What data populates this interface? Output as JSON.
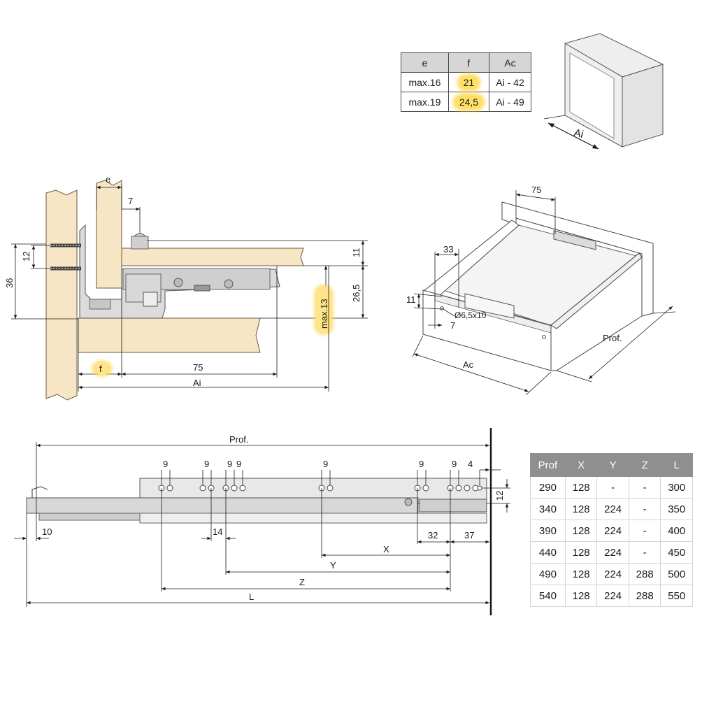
{
  "table_ef": {
    "headers": [
      "e",
      "f",
      "Ac"
    ],
    "rows": [
      [
        "max.16",
        "21",
        "Ai - 42"
      ],
      [
        "max.19",
        "24,5",
        "Ai - 49"
      ]
    ],
    "highlight_color": "#ffd95a"
  },
  "table_prof": {
    "headers": [
      "Prof",
      "X",
      "Y",
      "Z",
      "L"
    ],
    "rows": [
      [
        "290",
        "128",
        "-",
        "-",
        "300"
      ],
      [
        "340",
        "128",
        "224",
        "-",
        "350"
      ],
      [
        "390",
        "128",
        "224",
        "-",
        "400"
      ],
      [
        "440",
        "128",
        "224",
        "-",
        "450"
      ],
      [
        "490",
        "128",
        "224",
        "288",
        "500"
      ],
      [
        "540",
        "128",
        "224",
        "288",
        "550"
      ]
    ]
  },
  "cabinet": {
    "ai_label": "Ai"
  },
  "cross_section": {
    "dim_e": "e",
    "dim_7": "7",
    "dim_12": "12",
    "dim_36": "36",
    "dim_11": "11",
    "dim_26_5": "26,5",
    "dim_max13": "max.13",
    "dim_f": "f",
    "dim_75": "75",
    "dim_ai": "Ai"
  },
  "drawer": {
    "dim_75": "75",
    "dim_33": "33",
    "dim_11": "11",
    "dim_hole": "Ø6,5x10",
    "dim_7": "7",
    "dim_ac": "Ac",
    "dim_prof": "Prof."
  },
  "runner": {
    "dim_prof": "Prof.",
    "hole_labels": [
      "9",
      "9",
      "9",
      "9",
      "9",
      "9",
      "9"
    ],
    "dim_4": "4",
    "dim_12": "12",
    "dim_10": "10",
    "dim_14": "14",
    "dim_32": "32",
    "dim_37": "37",
    "dim_x": "X",
    "dim_y": "Y",
    "dim_z": "Z",
    "dim_l": "L"
  },
  "colors": {
    "wood": "#f7e6c5",
    "wood_edge": "#6b5a3e",
    "metal": "#dcdcdc",
    "highlight": "#ffd95a"
  }
}
